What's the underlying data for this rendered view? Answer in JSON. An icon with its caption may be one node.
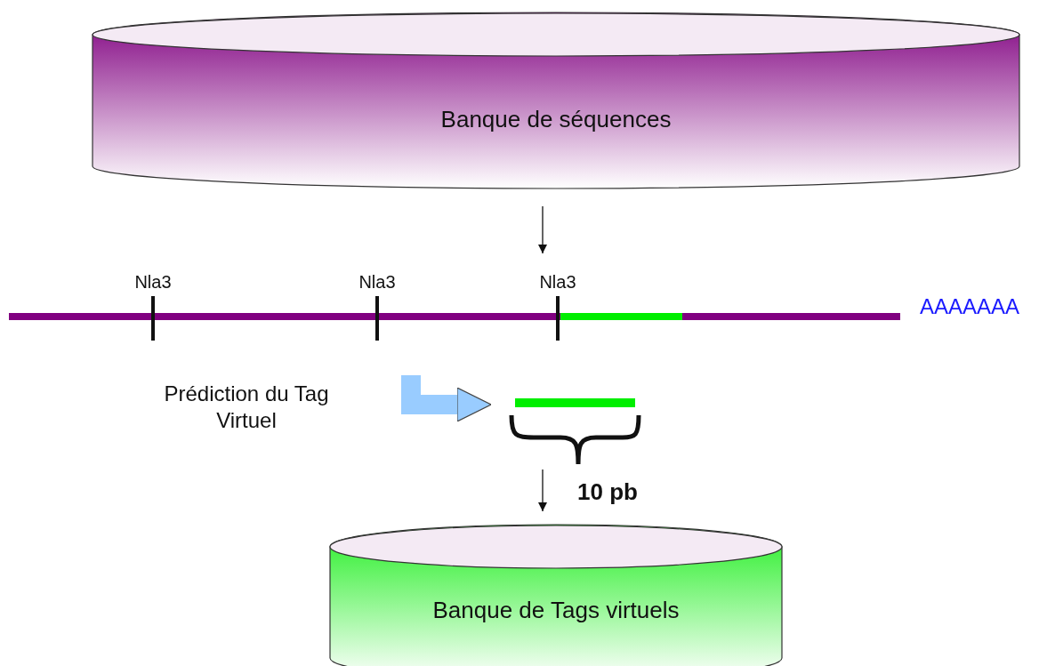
{
  "diagram": {
    "nodes": [
      {
        "text": [
          "Banque de séquences"
        ]
      },
      {
        "text": [],
        "shape": "bar",
        "beside": [
          "Nla3",
          "Nla3",
          "Nla3"
        ]
      },
      {
        "text": [],
        "shape": "bar"
      },
      {
        "text": [
          "Banque de Tags virtuels"
        ]
      }
    ],
    "edges": [
      {
        "from": 0,
        "to": 1,
        "arrow": "to"
      },
      {
        "from": null,
        "to": 2,
        "arrow": "to",
        "style": "thick",
        "color": "#99ccff"
      },
      {
        "from": 2,
        "to": 3,
        "arrow": "to"
      }
    ],
    "labels": [
      "AAAAAAA",
      "Prédiction du Tag Virtuel",
      "10 pb"
    ]
  }
}
